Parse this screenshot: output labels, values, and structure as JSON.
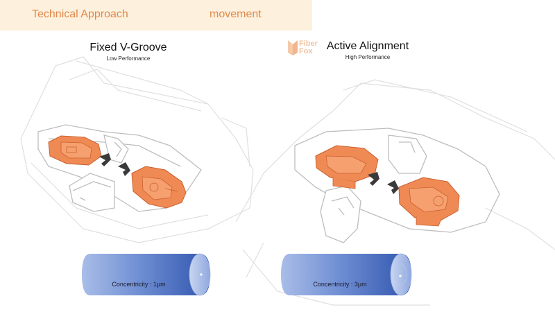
{
  "header": {
    "left_label": "Technical Approach",
    "right_label": "movement"
  },
  "logo": {
    "line1": "Fiber",
    "line2": "Fox"
  },
  "left_panel": {
    "title": "Fixed V-Groove",
    "subtitle": "Low Performance",
    "concentricity": "Concentricity : 1μm"
  },
  "right_panel": {
    "title": "Active Alignment",
    "subtitle": "High Performance",
    "concentricity": "Concentricity : 3μm"
  },
  "colors": {
    "header_band": "#fdf0dc",
    "header_text": "#e0894a",
    "orange_part": "#f08a55",
    "cylinder_blue": "#3f64b8"
  }
}
